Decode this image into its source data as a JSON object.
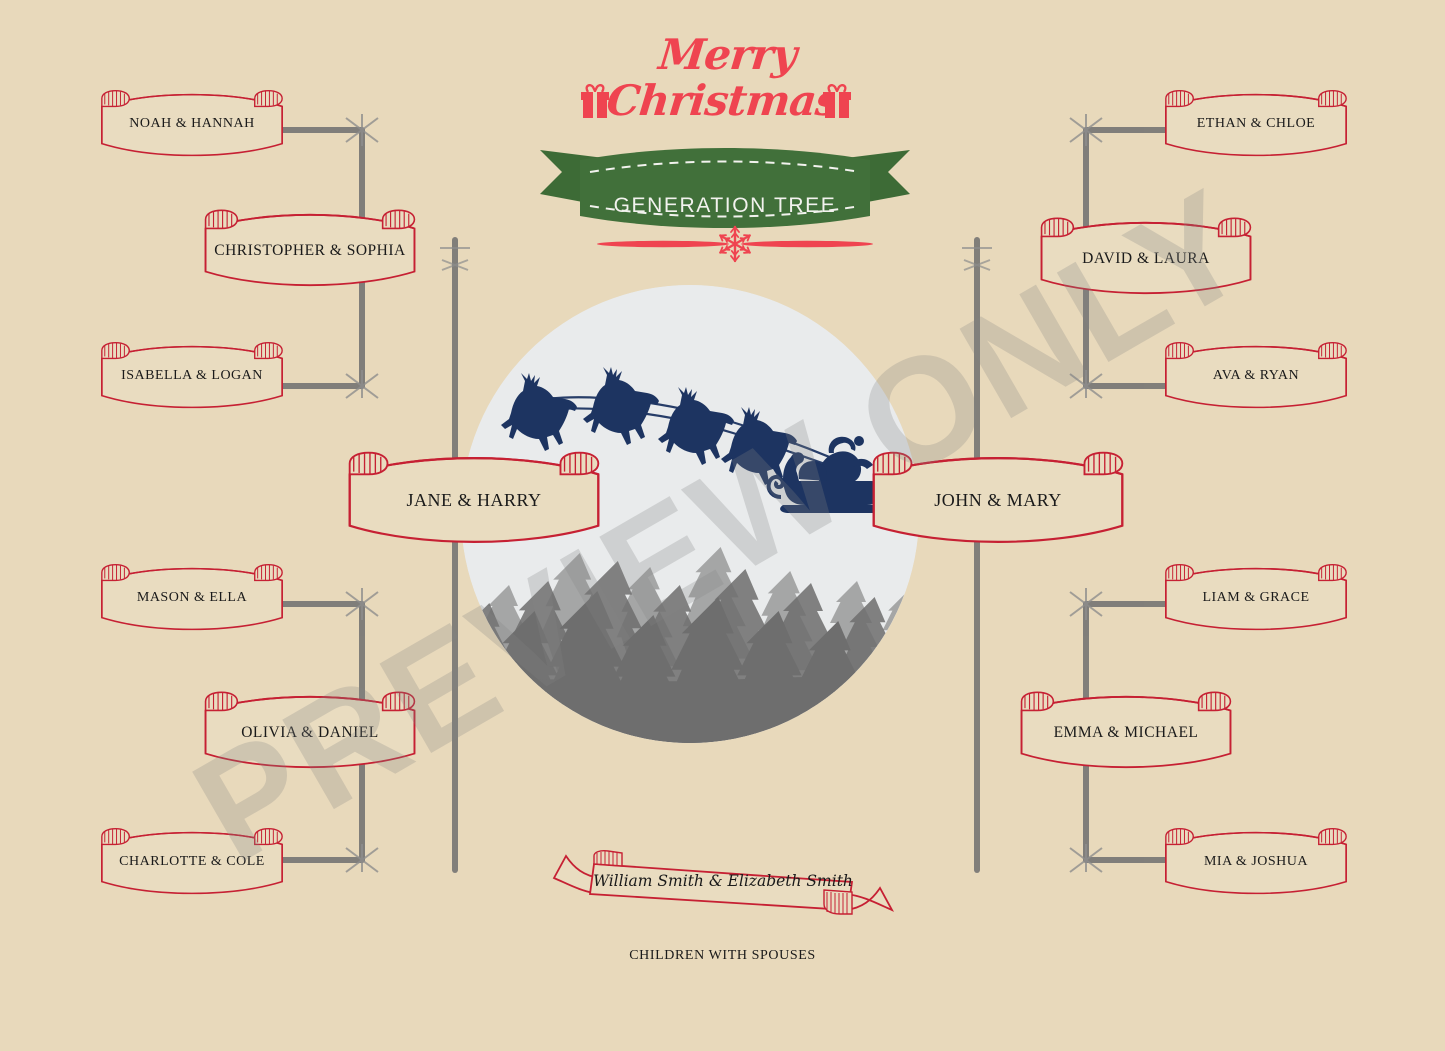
{
  "page": {
    "background_color": "#e8d9bb",
    "accent_red": "#c62033",
    "accent_green": "#3d6b36",
    "accent_navy": "#1d3461",
    "bright_red": "#ef4450",
    "circle_color": "#e9ebec",
    "forest_gray": "#6e6e6e"
  },
  "header": {
    "title_line1": "Merry",
    "title_line2": "Christmas",
    "ribbon_label": "GENERATION TREE",
    "gift_left_icon": "gift-box-icon",
    "gift_right_icon": "gift-box-icon",
    "divider_icon": "snowflake-icon"
  },
  "scene": {
    "sleigh_icon": "santa-sleigh-icon",
    "reindeer_count": 4,
    "forest_icon": "pine-forest-icon"
  },
  "tree": {
    "left_outer": [
      {
        "label": "NOAH & HANNAH"
      },
      {
        "label": "ISABELLA & LOGAN"
      },
      {
        "label": "MASON & ELLA"
      },
      {
        "label": "CHARLOTTE & COLE"
      }
    ],
    "left_mid": [
      {
        "label": "CHRISTOPHER & SOPHIA"
      },
      {
        "label": "OLIVIA & DANIEL"
      }
    ],
    "left_center": {
      "label": "JANE & HARRY"
    },
    "right_outer": [
      {
        "label": "ETHAN & CHLOE"
      },
      {
        "label": "AVA & RYAN"
      },
      {
        "label": "LIAM & GRACE"
      },
      {
        "label": "MIA & JOSHUA"
      }
    ],
    "right_mid": [
      {
        "label": "DAVID & LAURA"
      },
      {
        "label": "EMMA & MICHAEL"
      }
    ],
    "right_center": {
      "label": "JOHN & MARY"
    },
    "root": {
      "label": "William Smith & Elizabeth Smith"
    },
    "caption": "CHILDREN WITH SPOUSES"
  },
  "watermark": {
    "text": "PREVIEW ONLY"
  }
}
